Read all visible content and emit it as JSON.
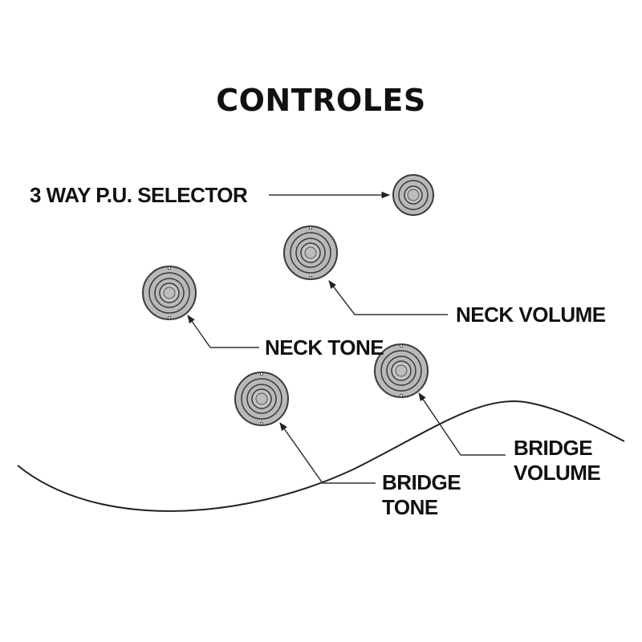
{
  "title": "CONTROLES",
  "labels": {
    "selector": "3 WAY P.U. SELECTOR",
    "neck_volume": "NECK VOLUME",
    "neck_tone": "NECK TONE",
    "bridge_volume_line1": "BRIDGE",
    "bridge_volume_line2": "VOLUME",
    "bridge_tone_line1": "BRIDGE",
    "bridge_tone_line2": "TONE"
  },
  "colors": {
    "knob_fill": "#b9b9b9",
    "knob_stroke": "#3a3a3a",
    "ink": "#111111",
    "line": "#333333"
  }
}
